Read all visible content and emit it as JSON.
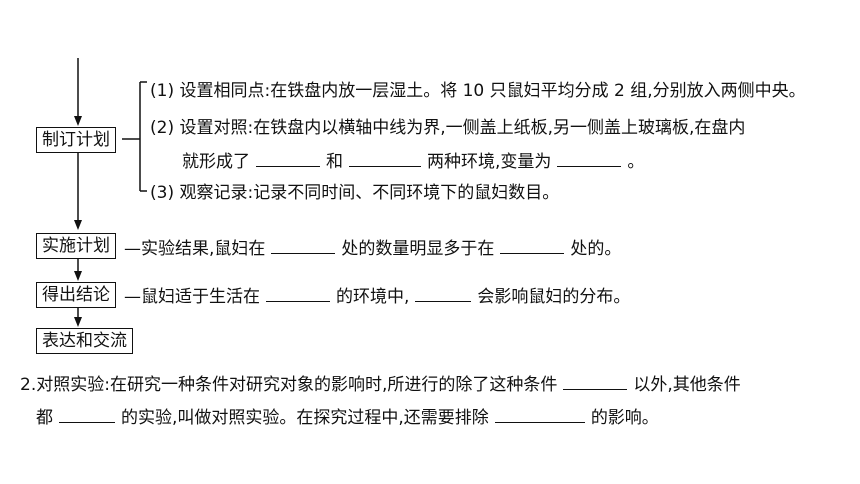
{
  "flow": {
    "plan": "制订计划",
    "implement": "实施计划",
    "conclude": "得出结论",
    "express": "表达和交流"
  },
  "plan_items": {
    "item1": "(1) 设置相同点:在铁盘内放一层湿土。将 10 只鼠妇平均分成 2 组,分别放入两侧中央。",
    "item2_line1": "(2) 设置对照:在铁盘内以横轴中线为界,一侧盖上纸板,另一侧盖上玻璃板,在盘内",
    "item2_line2_a": "就形成了",
    "item2_line2_b": "和",
    "item2_line2_c": "两种环境,变量为",
    "item2_line2_d": "。",
    "item3": "(3) 观察记录:记录不同时间、不同环境下的鼠妇数目。"
  },
  "implement_text": {
    "a": "—实验结果,鼠妇在",
    "b": "处的数量明显多于在",
    "c": "处的。"
  },
  "conclude_text": {
    "a": "—鼠妇适于生活在",
    "b": "的环境中,",
    "c": "会影响鼠妇的分布。"
  },
  "question2": {
    "line1_a": "2.对照实验:在研究一种条件对研究对象的影响时,所进行的除了这种条件",
    "line1_b": "以外,其他条件",
    "line2_a": "都",
    "line2_b": "的实验,叫做对照实验。在探究过程中,还需要排除",
    "line2_c": "的影响。"
  }
}
